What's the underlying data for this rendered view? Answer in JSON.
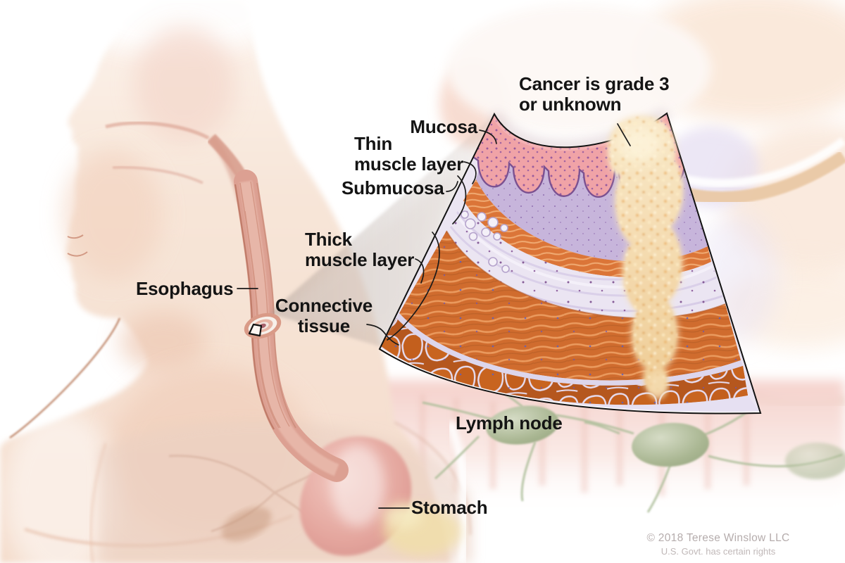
{
  "title": "Esophageal cancer cross-section illustration",
  "labels": {
    "cancer_line1": "Cancer is grade 3",
    "cancer_line2": "or unknown",
    "mucosa": "Mucosa",
    "thin_muscle_line1": "Thin",
    "thin_muscle_line2": "muscle layer",
    "submucosa": "Submucosa",
    "thick_muscle_line1": "Thick",
    "thick_muscle_line2": "muscle layer",
    "connective_line1": "Connective",
    "connective_line2": "tissue",
    "esophagus": "Esophagus",
    "lymph_node": "Lymph node",
    "stomach": "Stomach"
  },
  "credit": {
    "line1": "© 2018 Terese Winslow LLC",
    "line2": "U.S. Govt. has certain rights"
  },
  "colors": {
    "mucosa_pink": "#f0a3a7",
    "mucosa_outline_purple": "#7b5191",
    "lavender_band": "#c7b5db",
    "thin_muscle_orange": "#db7538",
    "submucosa_lavender": "#ebe5f2",
    "thick_muscle_orange": "#d06c2e",
    "connective_orange": "#b5571e",
    "cancer_tan": "#f6e3c0",
    "lymph_node_green": "#aab793",
    "skin": "#f6e3d5",
    "esophagus_salmon": "#dca092",
    "stomach_pink": "#e3a49c",
    "label_text": "#141414",
    "credit_gray": "#b5acac"
  }
}
